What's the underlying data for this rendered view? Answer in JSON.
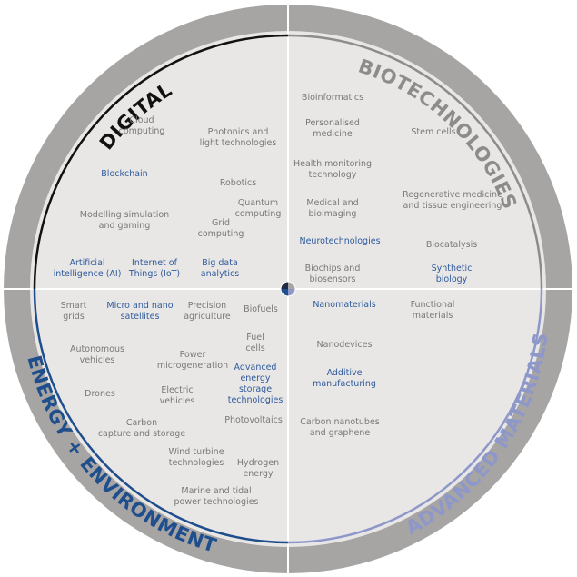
{
  "colors": {
    "background": "#e8e7e6",
    "outer_ring": "#a7a5a4",
    "divider": "#ffffff",
    "normal_text": "#7a7877",
    "highlight_text": "#2f5a9c",
    "digital": "#111111",
    "biotech": "#8e8c8b",
    "materials": "#8d97c9",
    "energy": "#1f4e8c"
  },
  "quadrants": {
    "digital": "DIGITAL",
    "biotechnologies": "BIOTECHNOLOGIES",
    "advanced_materials": "ADVANCED MATERIALS",
    "energy_environment": "ENERGY + ENVIRONMENT"
  },
  "technologies": [
    {
      "lines": [
        "Cloud",
        "computing"
      ],
      "style": "normal"
    },
    {
      "lines": [
        "Photonics and",
        "light technologies"
      ],
      "style": "normal"
    },
    {
      "lines": [
        "Blockchain"
      ],
      "style": "highlight"
    },
    {
      "lines": [
        "Robotics"
      ],
      "style": "normal"
    },
    {
      "lines": [
        "Quantum",
        "computing"
      ],
      "style": "normal"
    },
    {
      "lines": [
        "Modelling simulation",
        "and gaming"
      ],
      "style": "normal"
    },
    {
      "lines": [
        "Grid",
        "computing"
      ],
      "style": "normal"
    },
    {
      "lines": [
        "Artificial",
        "intelligence (AI)"
      ],
      "style": "highlight"
    },
    {
      "lines": [
        "Internet of",
        "Things (IoT)"
      ],
      "style": "highlight"
    },
    {
      "lines": [
        "Big data",
        "analytics"
      ],
      "style": "highlight"
    },
    {
      "lines": [
        "Bioinformatics"
      ],
      "style": "normal"
    },
    {
      "lines": [
        "Personalised",
        "medicine"
      ],
      "style": "normal"
    },
    {
      "lines": [
        "Stem cells"
      ],
      "style": "normal"
    },
    {
      "lines": [
        "Health monitoring",
        "technology"
      ],
      "style": "normal"
    },
    {
      "lines": [
        "Medical and",
        "bioimaging"
      ],
      "style": "normal"
    },
    {
      "lines": [
        "Regenerative medicine",
        "and tissue engineering"
      ],
      "style": "normal"
    },
    {
      "lines": [
        "Neurotechnologies"
      ],
      "style": "highlight"
    },
    {
      "lines": [
        "Biocatalysis"
      ],
      "style": "normal"
    },
    {
      "lines": [
        "Biochips and",
        "biosensors"
      ],
      "style": "normal"
    },
    {
      "lines": [
        "Synthetic",
        "biology"
      ],
      "style": "highlight"
    },
    {
      "lines": [
        "Nanomaterials"
      ],
      "style": "highlight"
    },
    {
      "lines": [
        "Functional",
        "materials"
      ],
      "style": "normal"
    },
    {
      "lines": [
        "Nanodevices"
      ],
      "style": "normal"
    },
    {
      "lines": [
        "Additive",
        "manufacturing"
      ],
      "style": "highlight"
    },
    {
      "lines": [
        "Carbon nanotubes",
        "and graphene"
      ],
      "style": "normal"
    },
    {
      "lines": [
        "Smart",
        "grids"
      ],
      "style": "normal"
    },
    {
      "lines": [
        "Micro and nano",
        "satellites"
      ],
      "style": "highlight"
    },
    {
      "lines": [
        "Precision",
        "agriculture"
      ],
      "style": "normal"
    },
    {
      "lines": [
        "Biofuels"
      ],
      "style": "normal"
    },
    {
      "lines": [
        "Fuel",
        "cells"
      ],
      "style": "normal"
    },
    {
      "lines": [
        "Autonomous",
        "vehicles"
      ],
      "style": "normal"
    },
    {
      "lines": [
        "Power",
        "microgeneration"
      ],
      "style": "normal"
    },
    {
      "lines": [
        "Advanced",
        "energy",
        "storage",
        "technologies"
      ],
      "style": "highlight"
    },
    {
      "lines": [
        "Drones"
      ],
      "style": "normal"
    },
    {
      "lines": [
        "Electric",
        "vehicles"
      ],
      "style": "normal"
    },
    {
      "lines": [
        "Carbon",
        "capture and storage"
      ],
      "style": "normal"
    },
    {
      "lines": [
        "Photovoltaics"
      ],
      "style": "normal"
    },
    {
      "lines": [
        "Wind turbine",
        "technologies"
      ],
      "style": "normal"
    },
    {
      "lines": [
        "Hydrogen",
        "energy"
      ],
      "style": "normal"
    },
    {
      "lines": [
        "Marine and tidal",
        "power technologies"
      ],
      "style": "normal"
    }
  ]
}
